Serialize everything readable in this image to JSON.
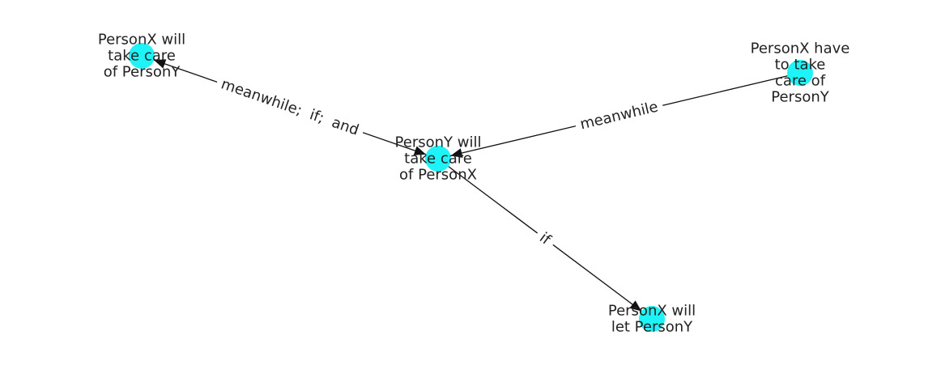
{
  "nodes": [
    {
      "id": "n1",
      "lines": [
        "PersonX will",
        "take care",
        "of PersonY"
      ]
    },
    {
      "id": "n2",
      "lines": [
        "PersonX have",
        "to take",
        "care of",
        "PersonY"
      ]
    },
    {
      "id": "n3",
      "lines": [
        "PersonY will",
        "take care",
        "of PersonX"
      ]
    },
    {
      "id": "n4",
      "lines": [
        "PersonX will",
        "let PersonY"
      ]
    }
  ],
  "edges": [
    {
      "id": "e1",
      "source": "n3",
      "target": "n1",
      "label": "meanwhile;  if;  and",
      "bidirectional": true
    },
    {
      "id": "e2",
      "source": "n2",
      "target": "n3",
      "label": "meanwhile",
      "bidirectional": false
    },
    {
      "id": "e3",
      "source": "n3",
      "target": "n4",
      "label": "if",
      "bidirectional": false
    }
  ],
  "colors": {
    "node": "#1ef3f8",
    "edge": "#111111",
    "text": "#222222",
    "background": "#ffffff"
  }
}
